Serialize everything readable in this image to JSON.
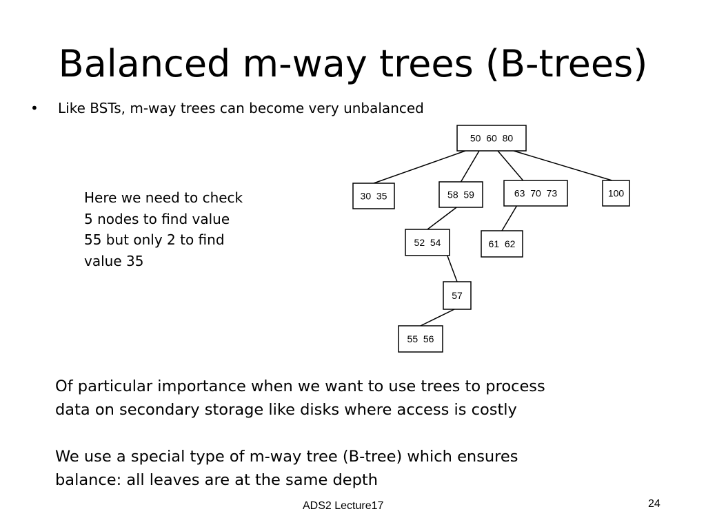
{
  "slide": {
    "title": "Balanced m-way trees (B-trees)",
    "bullet_mark": "•",
    "bullet": "Like BSTs, m-way trees can become very unbalanced",
    "note": "Here we need to check 5 nodes to find value 55 but only 2 to find value 35",
    "para1_line1": "Of particular importance when we want to use trees to process",
    "para1_line2": "data on secondary storage like disks where access is costly",
    "para2_line1": "We use a special type of m-way tree (B-tree) which ensures",
    "para2_line2": "balance: all leaves are at the same depth",
    "footer": "ADS2 Lecture17",
    "page_number": "24"
  },
  "tree": {
    "nodes": [
      {
        "id": "n1",
        "label": "50  60  80"
      },
      {
        "id": "n2",
        "label": "30  35"
      },
      {
        "id": "n3",
        "label": "58  59"
      },
      {
        "id": "n4",
        "label": "63  70  73"
      },
      {
        "id": "n5",
        "label": "100"
      },
      {
        "id": "n6",
        "label": "52  54"
      },
      {
        "id": "n7",
        "label": "61  62"
      },
      {
        "id": "n8",
        "label": "57"
      },
      {
        "id": "n9",
        "label": "55  56"
      }
    ],
    "edges": [
      [
        "n1",
        "n2"
      ],
      [
        "n1",
        "n3"
      ],
      [
        "n1",
        "n4"
      ],
      [
        "n1",
        "n5"
      ],
      [
        "n3",
        "n6"
      ],
      [
        "n4",
        "n7"
      ],
      [
        "n6",
        "n8"
      ],
      [
        "n8",
        "n9"
      ]
    ]
  }
}
